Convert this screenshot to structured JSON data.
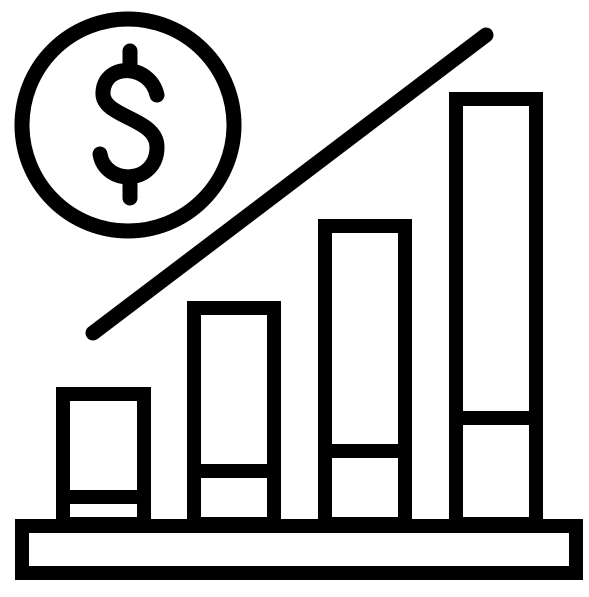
{
  "icon": {
    "name": "financial-growth-bar-chart-icon",
    "style": "outline",
    "stroke_color": "#000000",
    "background_color": "#ffffff",
    "symbol": "dollar-coin-icon",
    "trend": "up",
    "bar_count": 4
  },
  "symbols": {
    "dollar_glyph": "$"
  }
}
